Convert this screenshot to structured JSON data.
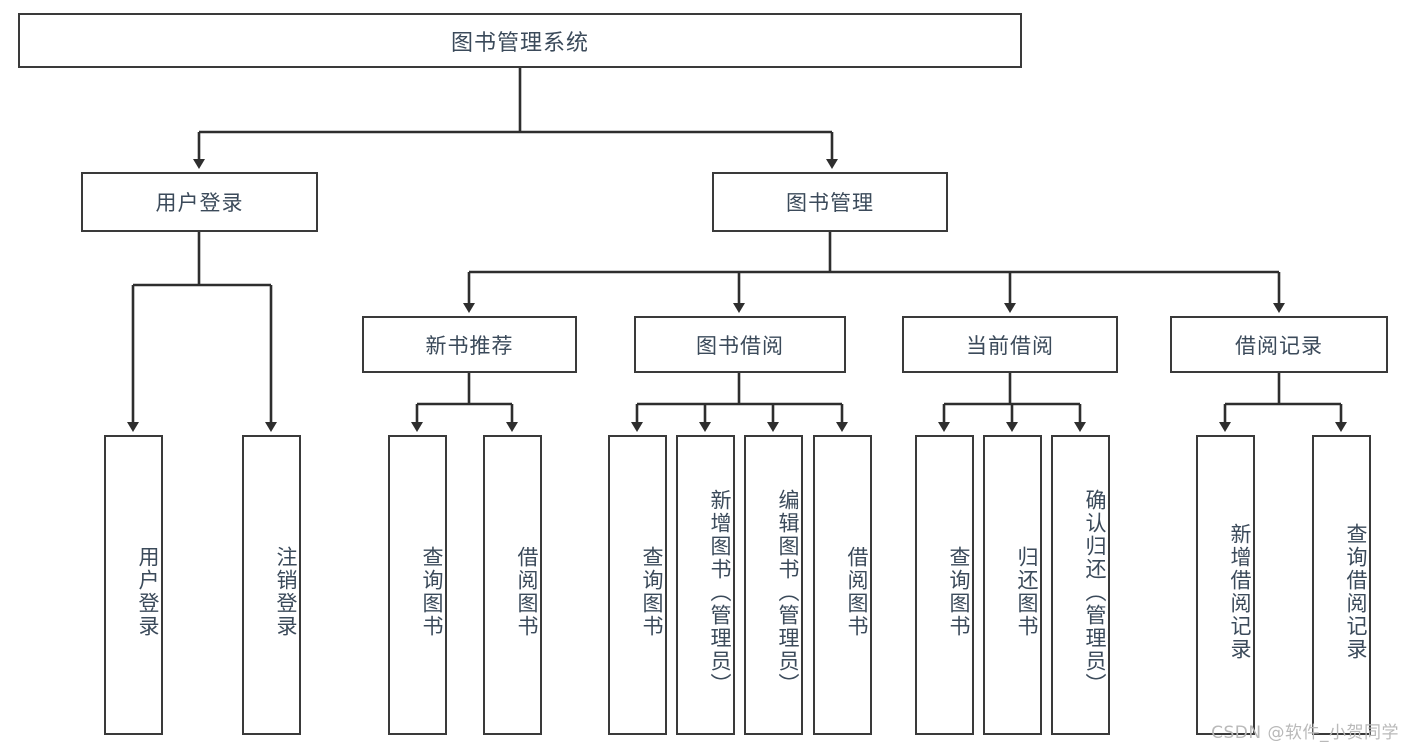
{
  "diagram": {
    "title": "图书管理系统",
    "type": "tree-hierarchy-diagram",
    "root": {
      "label": "图书管理系统"
    },
    "level2": [
      {
        "id": "user-login",
        "label": "用户登录"
      },
      {
        "id": "book-management",
        "label": "图书管理"
      }
    ],
    "level3": [
      {
        "id": "new-book-recommend",
        "label": "新书推荐",
        "parent": "book-management"
      },
      {
        "id": "book-borrow",
        "label": "图书借阅",
        "parent": "book-management"
      },
      {
        "id": "current-borrow",
        "label": "当前借阅",
        "parent": "book-management"
      },
      {
        "id": "borrow-record",
        "label": "借阅记录",
        "parent": "book-management"
      }
    ],
    "leaves": [
      {
        "id": "leaf-user-login",
        "label": "用户登录",
        "parent": "user-login"
      },
      {
        "id": "leaf-logout-login",
        "label": "注销登录",
        "parent": "user-login"
      },
      {
        "id": "leaf-query-book-1",
        "label": "查询图书",
        "parent": "new-book-recommend"
      },
      {
        "id": "leaf-borrow-book-1",
        "label": "借阅图书",
        "parent": "new-book-recommend"
      },
      {
        "id": "leaf-query-book-2",
        "label": "查询图书",
        "parent": "book-borrow"
      },
      {
        "id": "leaf-add-book",
        "label": "新增图书（管理员）",
        "parent": "book-borrow"
      },
      {
        "id": "leaf-edit-book",
        "label": "编辑图书（管理员）",
        "parent": "book-borrow"
      },
      {
        "id": "leaf-borrow-book-2",
        "label": "借阅图书",
        "parent": "book-borrow"
      },
      {
        "id": "leaf-query-book-3",
        "label": "查询图书",
        "parent": "current-borrow"
      },
      {
        "id": "leaf-return-book",
        "label": "归还图书",
        "parent": "current-borrow"
      },
      {
        "id": "leaf-confirm-return",
        "label": "确认归还（管理员）",
        "parent": "current-borrow"
      },
      {
        "id": "leaf-add-record",
        "label": "新增借阅记录",
        "parent": "borrow-record"
      },
      {
        "id": "leaf-query-record",
        "label": "查询借阅记录",
        "parent": "borrow-record"
      }
    ],
    "watermark": "CSDN @软件_小贺同学",
    "colors": {
      "box_border": "#3a3a3a",
      "box_fill": "#ffffff",
      "text": "#3b4a5a",
      "connector": "#2e2e2e",
      "watermark": "#b9b9b9",
      "background": "#ffffff"
    }
  }
}
